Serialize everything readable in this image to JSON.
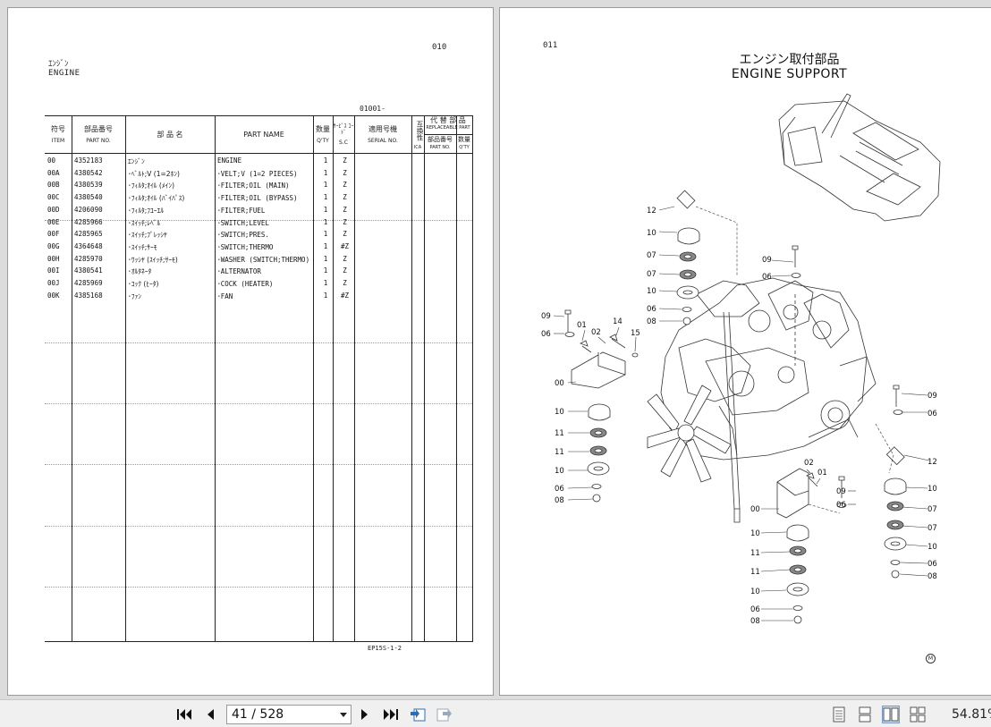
{
  "left_page": {
    "page_number": "010",
    "section_title_jp": "ｴﾝｼﾞﾝ",
    "section_title_en": "ENGINE",
    "serial_range": "01001-",
    "doc_code": "EP15S-1-2",
    "headers": {
      "item_jp": "符号",
      "item_en": "ITEM",
      "partno_jp": "部品番号",
      "partno_en": "PART NO.",
      "name_jp": "部 品 名",
      "name_en": "PART NAME",
      "qty_jp": "数量",
      "qty_en": "Q'TY",
      "sc_jp": "ｻｰﾋﾞｽ ｺｰﾄﾞ",
      "sc_en": "S.C",
      "serial_jp": "適用号機",
      "serial_en": "SERIAL NO.",
      "ica_jp": "互換性",
      "ica_en": "ICA",
      "replace_jp": "代 替 部 品",
      "replace_en": "REPLACEABLE PART",
      "rep_partno_jp": "部品番号",
      "rep_partno_en": "PART NO.",
      "rep_qty_jp": "数量",
      "rep_qty_en": "Q'TY"
    },
    "rows": [
      {
        "item": "00",
        "part": "4352183",
        "jp": "ｴﾝｼﾞﾝ",
        "en": "ENGINE",
        "qty": "1",
        "sc": "Z"
      },
      {
        "item": "00A",
        "part": "4380542",
        "jp": "･ﾍﾞﾙﾄ;V (1=2ﾎﾝ)",
        "en": "･VELT;V (1=2 PIECES)",
        "qty": "1",
        "sc": "Z"
      },
      {
        "item": "00B",
        "part": "4380539",
        "jp": "･ﾌｨﾙﾀ;ｵｲﾙ (ﾒｲﾝ)",
        "en": "･FILTER;OIL (MAIN)",
        "qty": "1",
        "sc": "Z"
      },
      {
        "item": "00C",
        "part": "4380540",
        "jp": "･ﾌｨﾙﾀ;ｵｲﾙ (ﾊﾞｲﾊﾟｽ)",
        "en": "･FILTER;OIL (BYPASS)",
        "qty": "1",
        "sc": "Z"
      },
      {
        "item": "00D",
        "part": "4206090",
        "jp": "･ﾌｨﾙﾀ;ﾌﾕｰｴﾙ",
        "en": "･FILTER;FUEL",
        "qty": "1",
        "sc": "Z"
      },
      {
        "item": "00E",
        "part": "4285966",
        "jp": "･ｽｲｯﾁ;ﾚﾍﾞﾙ",
        "en": "･SWITCH;LEVEL",
        "qty": "1",
        "sc": "Z"
      },
      {
        "item": "00F",
        "part": "4285965",
        "jp": "･ｽｲｯﾁ;ﾌﾟﾚｯｼﾔ",
        "en": "･SWITCH;PRES.",
        "qty": "1",
        "sc": "Z"
      },
      {
        "item": "00G",
        "part": "4364648",
        "jp": "･ｽｲｯﾁ;ｻｰﾓ",
        "en": "･SWITCH;THERMO",
        "qty": "1",
        "sc": "#Z"
      },
      {
        "item": "00H",
        "part": "4285970",
        "jp": "･ﾜｯｼﾔ (ｽｲｯﾁ;ｻｰﾓ)",
        "en": "･WASHER (SWITCH;THERMO)",
        "qty": "1",
        "sc": "Z"
      },
      {
        "item": "00I",
        "part": "4380541",
        "jp": "･ｵﾙﾀﾈｰﾀ",
        "en": "･ALTERNATOR",
        "qty": "1",
        "sc": "Z"
      },
      {
        "item": "00J",
        "part": "4285969",
        "jp": "･ｺｯｸ (ﾋｰﾀ)",
        "en": "･COCK (HEATER)",
        "qty": "1",
        "sc": "Z"
      },
      {
        "item": "00K",
        "part": "4385168",
        "jp": "･ﾌｧﾝ",
        "en": "･FAN",
        "qty": "1",
        "sc": "#Z"
      }
    ]
  },
  "right_page": {
    "page_number": "011",
    "title_jp": "エンジン取付部品",
    "title_en": "ENGINE SUPPORT",
    "mark": "M",
    "callouts_left": [
      "12",
      "10",
      "07",
      "07",
      "10",
      "06",
      "08",
      "09",
      "06",
      "01",
      "02",
      "14",
      "15",
      "00",
      "10",
      "11",
      "11",
      "10",
      "06",
      "08"
    ],
    "callouts_right": [
      "09",
      "06",
      "09",
      "06",
      "12",
      "02",
      "01",
      "09",
      "06",
      "10",
      "07",
      "07",
      "10",
      "06",
      "08",
      "00",
      "10",
      "11",
      "11",
      "10",
      "06",
      "08"
    ]
  },
  "toolbar": {
    "page_indicator": "41 / 528",
    "zoom": "54.81%",
    "icons": [
      "first-page-icon",
      "prev-page-icon",
      "next-page-icon",
      "last-page-icon",
      "previous-view-icon",
      "next-view-icon",
      "single-page-view-icon",
      "continuous-view-icon",
      "two-page-view-icon",
      "two-page-continuous-view-icon"
    ]
  }
}
